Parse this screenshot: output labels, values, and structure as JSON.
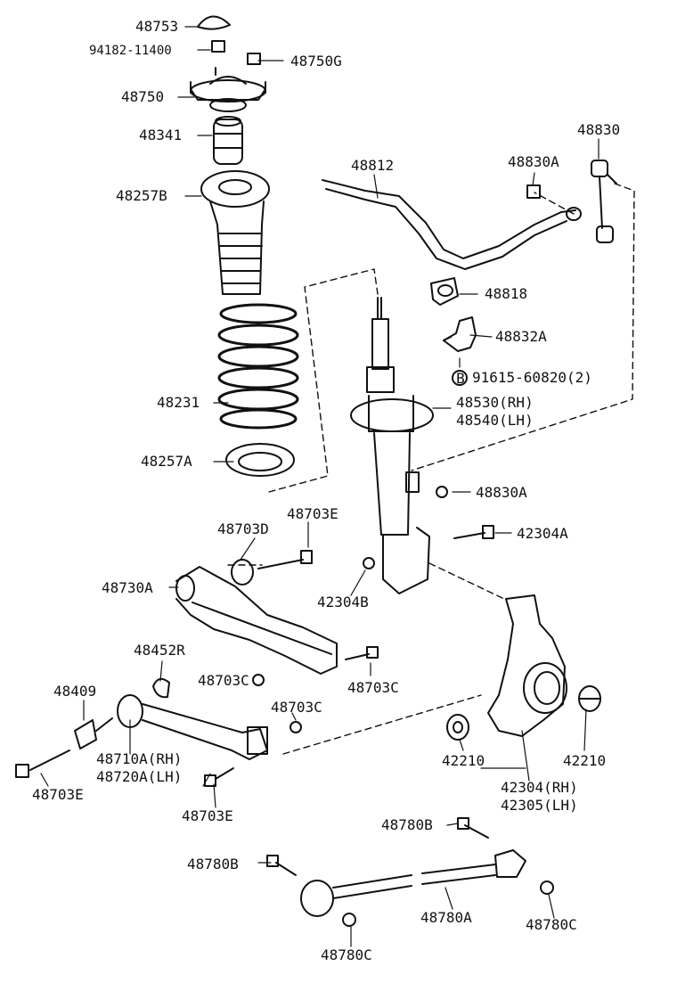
{
  "labels": {
    "p48753": "48753",
    "p94182": "94182-11400",
    "p48750G": "48750G",
    "p48750": "48750",
    "p48341": "48341",
    "p48257B": "48257B",
    "p48231": "48231",
    "p48257A": "48257A",
    "p48812": "48812",
    "p48830A_top": "48830A",
    "p48830": "48830",
    "p48818": "48818",
    "p48832A": "48832A",
    "p91615": "91615-60820(2)",
    "p48530": "48530(RH)",
    "p48540": "48540(LH)",
    "p48830A_mid": "48830A",
    "p42304A": "42304A",
    "p48703D": "48703D",
    "p48703E_top": "48703E",
    "p48730A": "48730A",
    "p42304B": "42304B",
    "p48452R": "48452R",
    "p48703C_a": "48703C",
    "p48703C_b": "48703C",
    "p48409": "48409",
    "p48703C_c": "48703C",
    "p48710A": "48710A(RH)",
    "p48720A": "48720A(LH)",
    "p48703E_l": "48703E",
    "p48703E_m": "48703E",
    "p42210_l": "42210",
    "p42210_r": "42210",
    "p42304": "42304(RH)",
    "p42305": "42305(LH)",
    "p48780B_r": "48780B",
    "p48780B_l": "48780B",
    "p48780A": "48780A",
    "p48780C_l": "48780C",
    "p48780C_r": "48780C"
  },
  "circled_marker": "B",
  "colors": {
    "ink": "#111111",
    "paper": "#ffffff"
  }
}
